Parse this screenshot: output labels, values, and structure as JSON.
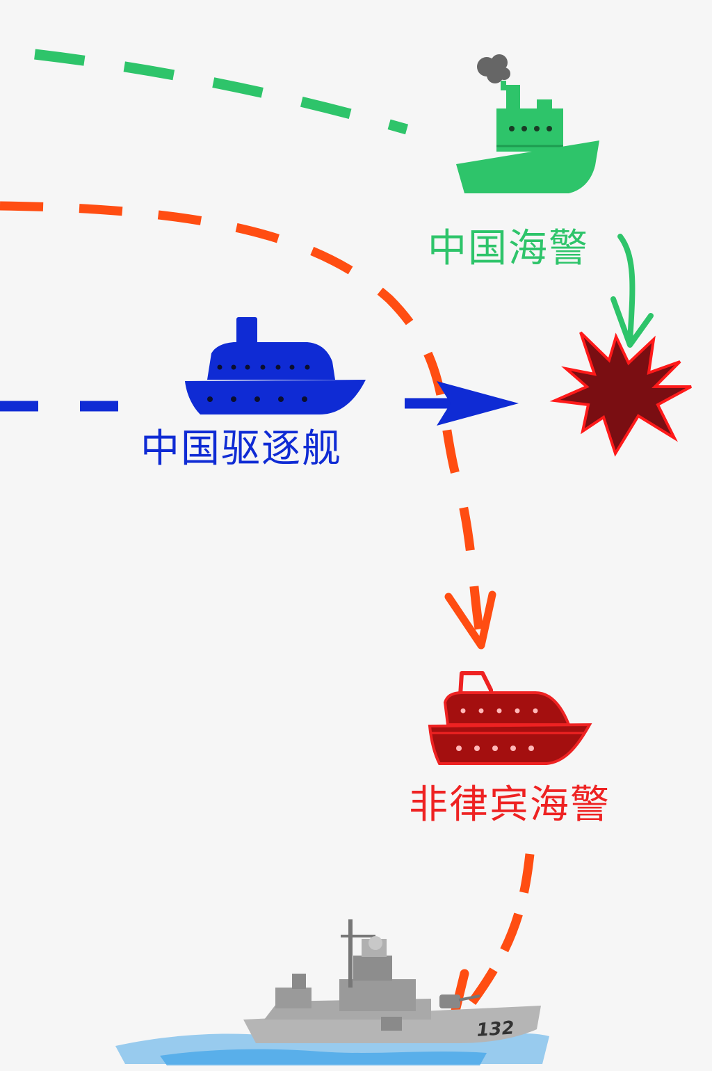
{
  "colors": {
    "china_coast_guard": "#2ec46a",
    "china_destroyer": "#0f2bd4",
    "philippine_coast_guard": "#ee2222",
    "orange_route": "#ff4d12",
    "collision_star": "#7a0e12",
    "collision_outline": "#ff1a1a",
    "warship": "#9a9a9a",
    "water": "#4aa8e8"
  },
  "labels": {
    "china_coast_guard": "中国海警",
    "china_destroyer": "中国驱逐舰",
    "philippine_coast_guard": "非律宾海警"
  },
  "warship": {
    "hull_number": "132"
  },
  "icons": {
    "coast_guard_ship": "tugboat-icon",
    "destroyer": "cruise-ship-icon",
    "philippine_ship": "cabin-boat-icon",
    "collision": "explosion-burst-icon",
    "warship": "warship-illustration"
  }
}
